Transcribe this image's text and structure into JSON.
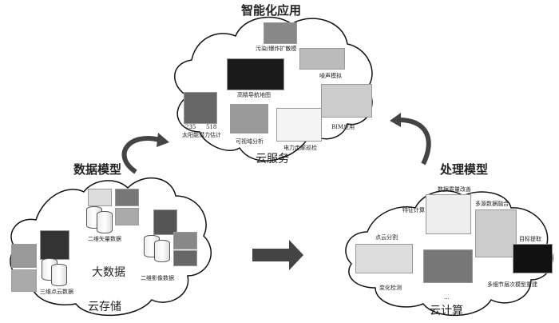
{
  "top": {
    "title": "智能化应用",
    "cloud_label": "云服务",
    "items": [
      "污染/爆炸扩散模",
      "噪声模拟",
      "高精导航地图",
      "BIM应用",
      "太阳能潜力估计",
      "可视域分析",
      "电力走廊巡检"
    ],
    "scale_min": "235",
    "scale_max": "518"
  },
  "left": {
    "title": "数据模型",
    "center_label": "大数据",
    "cloud_label": "云存储",
    "items": [
      "二维矢量数据",
      "二维影像数据",
      "三维点云数据"
    ]
  },
  "right": {
    "title": "处理模型",
    "cloud_label": "云计算",
    "items": [
      "数据质量改善",
      "特征计算",
      "多源数据融合",
      "点云分割",
      "目标提取",
      "变化检测",
      "多细节层次模型重建",
      "..."
    ]
  }
}
